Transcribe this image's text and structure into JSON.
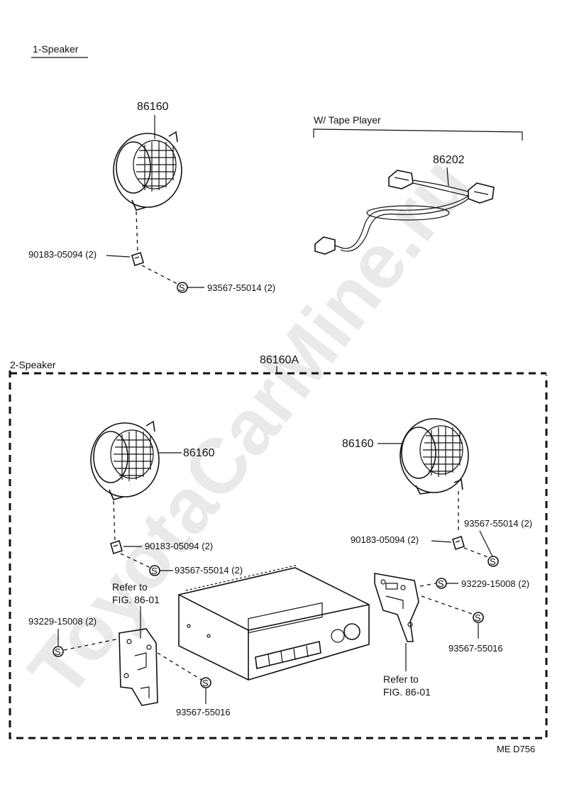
{
  "watermark": "ToyotaCarMine.ru",
  "section1": {
    "title": "1-Speaker",
    "speaker_part": "86160",
    "nut_part": "90183-05094 (2)",
    "screw_part": "93567-55014 (2)",
    "screw_symbol": "S"
  },
  "tape_player": {
    "title": "W/ Tape Player",
    "harness_part": "86202"
  },
  "section2": {
    "title": "2-Speaker",
    "assembly_part": "86160A",
    "left_speaker_part": "86160",
    "right_speaker_part": "86160",
    "left_nut_part": "90183-05094 (2)",
    "right_nut_part": "90183-05094 (2)",
    "left_screw_part": "93567-55014 (2)",
    "right_screw_part": "93567-55014 (2)",
    "left_bracket_screw_part": "93229-15008 (2)",
    "right_bracket_screw_part": "93229-15008 (2)",
    "left_bracket_screw2_part": "93567-55016",
    "right_bracket_screw2_part": "93567-55016",
    "refer_left_line1": "Refer to",
    "refer_left_line2": "FIG. 86-01",
    "refer_right_line1": "Refer to",
    "refer_right_line2": "FIG. 86-01"
  },
  "footer_code": "ME  D756"
}
